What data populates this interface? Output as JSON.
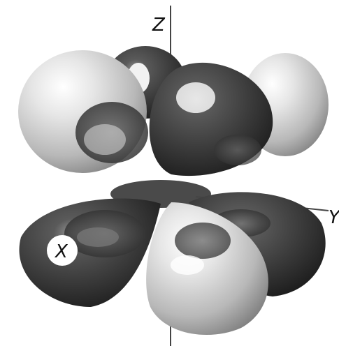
{
  "axes": {
    "z_label": "Z",
    "y_label": "Y",
    "x_label": "X"
  },
  "colors": {
    "dark_lobe": "#3a3a3a",
    "light_lobe": "#d6d6d6",
    "axis_line": "#444444",
    "background": "#ffffff"
  }
}
